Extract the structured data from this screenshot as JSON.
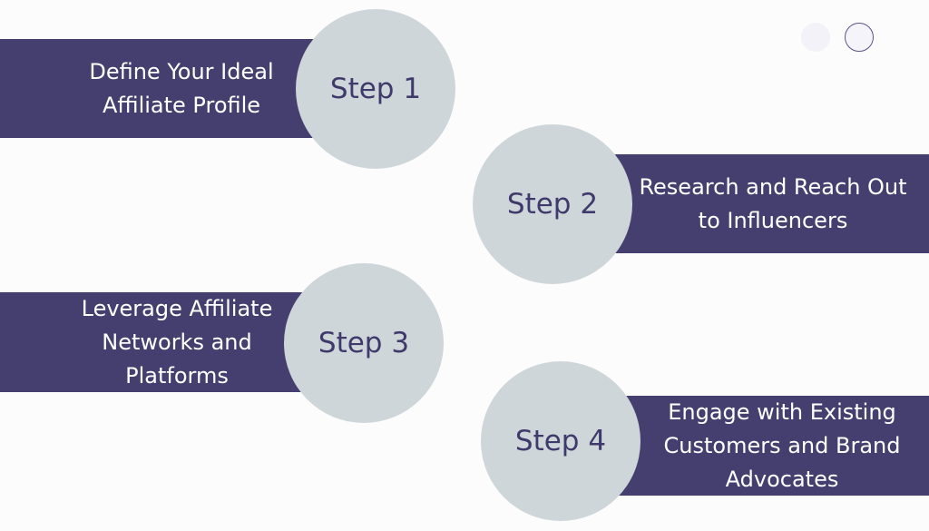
{
  "steps": [
    {
      "label": "Step 1",
      "text_lines": [
        "Define Your Ideal",
        "Affiliate Profile"
      ]
    },
    {
      "label": "Step 2",
      "text_lines": [
        "Research and Reach Out",
        "to Influencers"
      ]
    },
    {
      "label": "Step 3",
      "text_lines": [
        "Leverage Affiliate",
        "Networks and",
        "Platforms"
      ]
    },
    {
      "label": "Step 4",
      "text_lines": [
        "Engage with Existing",
        "Customers and Brand",
        "Advocates"
      ]
    }
  ],
  "colors": {
    "band": "#453f6f",
    "circle": "#cfd6da",
    "circle_text": "#3f3a6b",
    "band_text": "#ffffff",
    "background": "#fcfcfd"
  }
}
